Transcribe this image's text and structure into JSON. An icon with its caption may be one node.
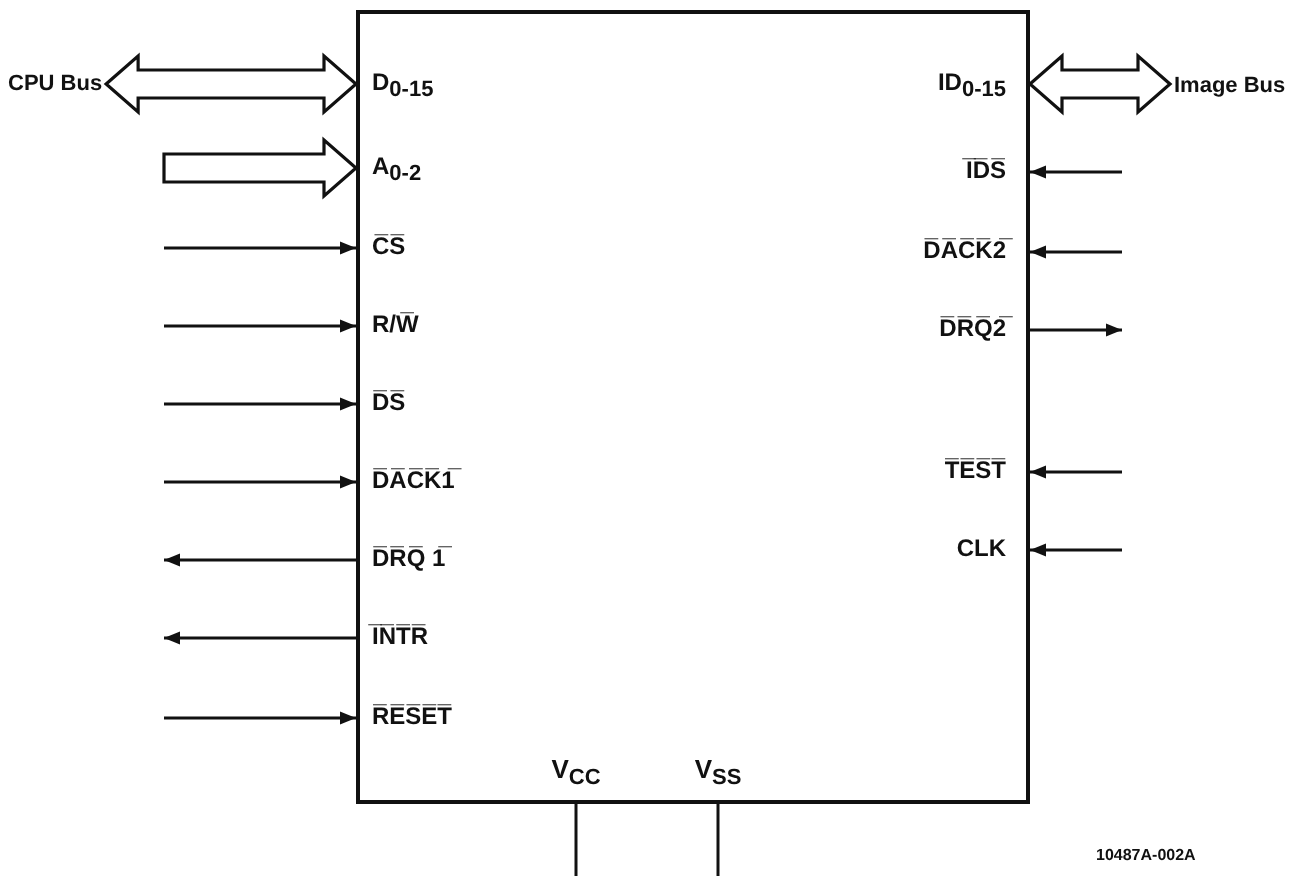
{
  "diagram": {
    "nodes": [
      {
        "text": [],
        "shape": "box"
      },
      {
        "text": [
          "CPU Bus"
        ]
      },
      {
        "text": [
          "D$_{0-15}$"
        ],
        "in": 0
      },
      {
        "text": [
          "A$_{0-2}$"
        ],
        "in": 0
      },
      {
        "text": [
          "C̅S̅"
        ],
        "in": 0
      },
      {
        "text": [
          "R/W̅"
        ],
        "in": 0
      },
      {
        "text": [
          "D̅S̅"
        ],
        "in": 0
      },
      {
        "text": [
          "D̅A̅C̅K̅1̅"
        ],
        "in": 0
      },
      {
        "text": [
          "D̅R̅Q̅ 1̅"
        ],
        "in": 0
      },
      {
        "text": [
          "I̅N̅T̅R̅"
        ],
        "in": 0
      },
      {
        "text": [
          "R̅E̅S̅E̅T̅"
        ],
        "in": 0
      },
      {
        "text": [
          "ID$_{0-15}$"
        ],
        "in": 0
      },
      {
        "text": [
          "I̅D̅S̅"
        ],
        "in": 0
      },
      {
        "text": [
          "D̅A̅C̅K̅2̅"
        ],
        "in": 0
      },
      {
        "text": [
          "D̅R̅Q̅2̅"
        ],
        "in": 0
      },
      {
        "text": [
          "T̅E̅S̅T̅"
        ],
        "in": 0
      },
      {
        "text": [
          "CLK"
        ],
        "in": 0
      },
      {
        "text": [
          "V$_{CC}$"
        ],
        "in": 0
      },
      {
        "text": [
          "V$_{SS}$"
        ],
        "in": 0
      },
      {
        "text": [
          "Image Bus"
        ]
      }
    ],
    "edges": [
      {
        "from": 1,
        "to": 2,
        "arrow": "both",
        "style": "thick"
      },
      {
        "from": null,
        "to": 3,
        "arrow": "to",
        "style": "thick"
      },
      {
        "from": null,
        "to": 4,
        "arrow": "to"
      },
      {
        "from": null,
        "to": 5,
        "arrow": "to"
      },
      {
        "from": null,
        "to": 6,
        "arrow": "to"
      },
      {
        "from": null,
        "to": 7,
        "arrow": "to"
      },
      {
        "from": 8,
        "to": null,
        "arrow": "to"
      },
      {
        "from": 9,
        "to": null,
        "arrow": "to"
      },
      {
        "from": null,
        "to": 10,
        "arrow": "to"
      },
      {
        "from": 11,
        "to": 19,
        "arrow": "both",
        "style": "thick"
      },
      {
        "from": null,
        "to": 12,
        "arrow": "to"
      },
      {
        "from": null,
        "to": 13,
        "arrow": "to"
      },
      {
        "from": 14,
        "to": null,
        "arrow": "to"
      },
      {
        "from": null,
        "to": 15,
        "arrow": "to"
      },
      {
        "from": null,
        "to": 16,
        "arrow": "to"
      },
      {
        "from": 17,
        "to": null,
        "arrow": "none"
      },
      {
        "from": 18,
        "to": null,
        "arrow": "none"
      }
    ],
    "labels": [
      "10487A-002A"
    ]
  }
}
